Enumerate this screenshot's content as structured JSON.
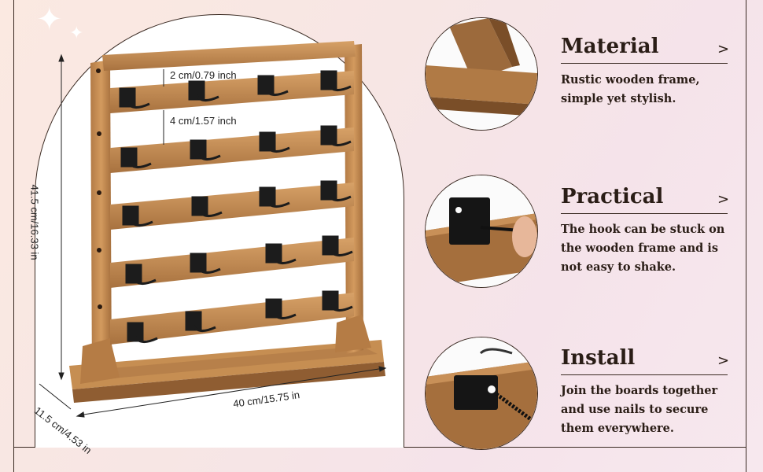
{
  "dimensions": {
    "top_gap": "2 cm/0.79 inch",
    "row_gap": "4 cm/1.57 inch",
    "height": "41.5 cm/16.33 in",
    "depth": "11.5 cm/4.53 in",
    "width": "40 cm/15.75 in"
  },
  "features": [
    {
      "title": "Material",
      "chevron": ">",
      "description": "Rustic wooden frame, simple yet stylish.",
      "icon": "wood-corner-photo"
    },
    {
      "title": "Practical",
      "chevron": ">",
      "description": "The hook can be stuck on the wooden frame and is not easy to shake.",
      "icon": "hook-closeup-photo"
    },
    {
      "title": "Install",
      "chevron": ">",
      "description": "Join the boards together and use nails to secure them everywhere.",
      "icon": "screw-install-photo"
    }
  ],
  "colors": {
    "wood_light": "#c99258",
    "wood_dark": "#8a5a32",
    "hook": "#1c1c1c",
    "text": "#2a1d16"
  }
}
